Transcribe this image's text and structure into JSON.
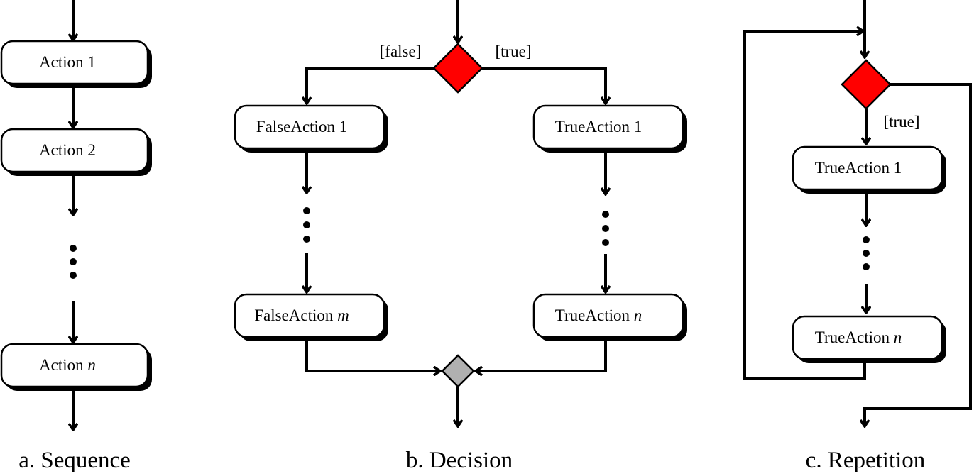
{
  "sequence": {
    "caption": "a. Sequence",
    "actions": [
      "Action 1",
      "Action 2",
      "Action "
    ],
    "last_var": "n"
  },
  "decision": {
    "caption": "b. Decision",
    "false_guard": "[false]",
    "true_guard": "[true]",
    "false_actions": [
      "FalseAction 1",
      "FalseAction "
    ],
    "false_last_var": "m",
    "true_actions": [
      "TrueAction 1",
      "TrueAction "
    ],
    "true_last_var": "n",
    "colors": {
      "decision": "#ff0000",
      "merge": "#b0b0b0"
    }
  },
  "repetition": {
    "caption": "c. Repetition",
    "true_guard": "[true]",
    "actions": [
      "TrueAction 1",
      "TrueAction "
    ],
    "last_var": "n",
    "colors": {
      "decision": "#ff0000"
    }
  }
}
